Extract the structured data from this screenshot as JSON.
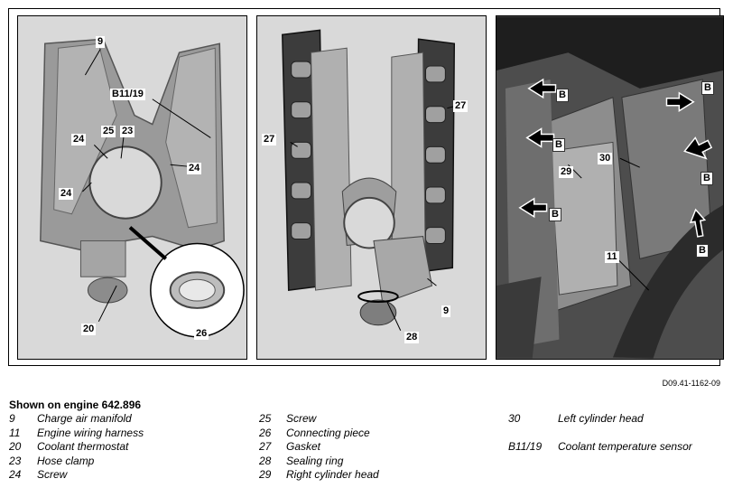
{
  "figure": {
    "panel1_callouts": [
      "9",
      "B11/19",
      "25",
      "23",
      "24",
      "24",
      "24",
      "20",
      "26"
    ],
    "panel2_callouts": [
      "27",
      "27",
      "9",
      "28"
    ],
    "panel3_callouts": [
      "B",
      "B",
      "B",
      "B",
      "B",
      "B",
      "29",
      "30",
      "11"
    ],
    "doc_number": "D09.41-1162-09"
  },
  "caption": {
    "title": "Shown on engine 642.896"
  },
  "legend": {
    "col1": [
      {
        "num": "9",
        "text": "Charge air manifold"
      },
      {
        "num": "11",
        "text": "Engine wiring harness"
      },
      {
        "num": "20",
        "text": "Coolant thermostat"
      },
      {
        "num": "23",
        "text": "Hose clamp"
      },
      {
        "num": "24",
        "text": "Screw"
      }
    ],
    "col2": [
      {
        "num": "25",
        "text": "Screw"
      },
      {
        "num": "26",
        "text": "Connecting piece"
      },
      {
        "num": "27",
        "text": "Gasket"
      },
      {
        "num": "28",
        "text": "Sealing ring"
      },
      {
        "num": "29",
        "text": "Right cylinder head"
      }
    ],
    "col3": [
      {
        "num": "30",
        "text": "Left cylinder head"
      },
      {
        "num": "",
        "text": ""
      },
      {
        "num": "B11/19",
        "text": "Coolant temperature sensor"
      }
    ]
  }
}
